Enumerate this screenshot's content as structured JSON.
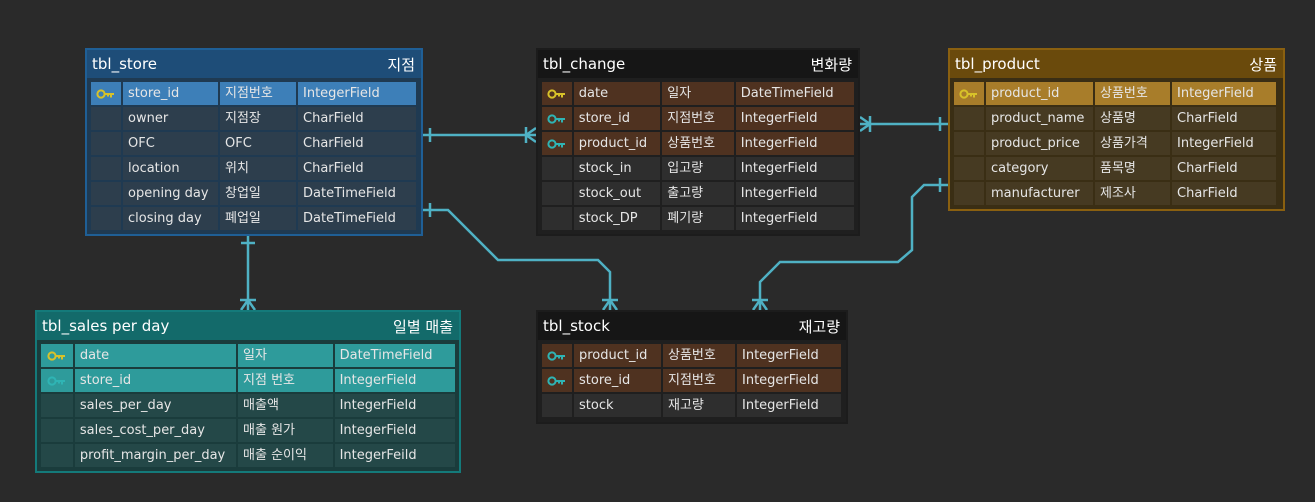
{
  "colors": {
    "edge": "#4fb1c4",
    "key_gold": "#d8c229",
    "key_teal": "#2fb4b4"
  },
  "tables": {
    "store": {
      "name": "tbl_store",
      "label": "지점",
      "rows": [
        {
          "field": "store_id",
          "desc": "지점번호",
          "type": "IntegerField",
          "key": "key-gold"
        },
        {
          "field": "owner",
          "desc": "지점장",
          "type": "CharField"
        },
        {
          "field": "OFC",
          "desc": "OFC",
          "type": "CharField"
        },
        {
          "field": "location",
          "desc": "위치",
          "type": "CharField"
        },
        {
          "field": "opening day",
          "desc": "창업일",
          "type": "DateTimeField"
        },
        {
          "field": "closing day",
          "desc": "폐업일",
          "type": "DateTimeField"
        }
      ]
    },
    "change": {
      "name": "tbl_change",
      "label": "변화량",
      "rows": [
        {
          "field": "date",
          "desc": "일자",
          "type": "DateTimeField",
          "key": "key-gold"
        },
        {
          "field": "store_id",
          "desc": "지점번호",
          "type": "IntegerField",
          "key": "key-teal"
        },
        {
          "field": "product_id",
          "desc": "상품번호",
          "type": "IntegerField",
          "key": "key-teal"
        },
        {
          "field": "stock_in",
          "desc": "입고량",
          "type": "IntegerField"
        },
        {
          "field": "stock_out",
          "desc": "출고량",
          "type": "IntegerField"
        },
        {
          "field": "stock_DP",
          "desc": "폐기량",
          "type": "IntegerField"
        }
      ]
    },
    "product": {
      "name": "tbl_product",
      "label": "상품",
      "rows": [
        {
          "field": "product_id",
          "desc": "상품번호",
          "type": "IntegerField",
          "key": "key-gold"
        },
        {
          "field": "product_name",
          "desc": "상품명",
          "type": "CharField"
        },
        {
          "field": "product_price",
          "desc": "상품가격",
          "type": "IntegerField"
        },
        {
          "field": "category",
          "desc": "품목명",
          "type": "CharField"
        },
        {
          "field": "manufacturer",
          "desc": "제조사",
          "type": "CharField"
        }
      ]
    },
    "sales": {
      "name": "tbl_sales per day",
      "label": "일별 매출",
      "rows": [
        {
          "field": "date",
          "desc": "일자",
          "type": "DateTimeField",
          "key": "key-gold"
        },
        {
          "field": "store_id",
          "desc": "지점 번호",
          "type": "IntegerField",
          "key": "key-teal"
        },
        {
          "field": "sales_per_day",
          "desc": "매출액",
          "type": "IntegerField"
        },
        {
          "field": "sales_cost_per_day",
          "desc": "매출 원가",
          "type": "IntegerField"
        },
        {
          "field": "profit_margin_per_day",
          "desc": "매출 순이익",
          "type": "IntegerFeild"
        }
      ]
    },
    "stock": {
      "name": "tbl_stock",
      "label": "재고량",
      "rows": [
        {
          "field": "product_id",
          "desc": "상품번호",
          "type": "IntegerField",
          "key": "key-teal"
        },
        {
          "field": "store_id",
          "desc": "지점번호",
          "type": "IntegerField",
          "key": "key-teal"
        },
        {
          "field": "stock",
          "desc": "재고량",
          "type": "IntegerField"
        }
      ]
    }
  }
}
